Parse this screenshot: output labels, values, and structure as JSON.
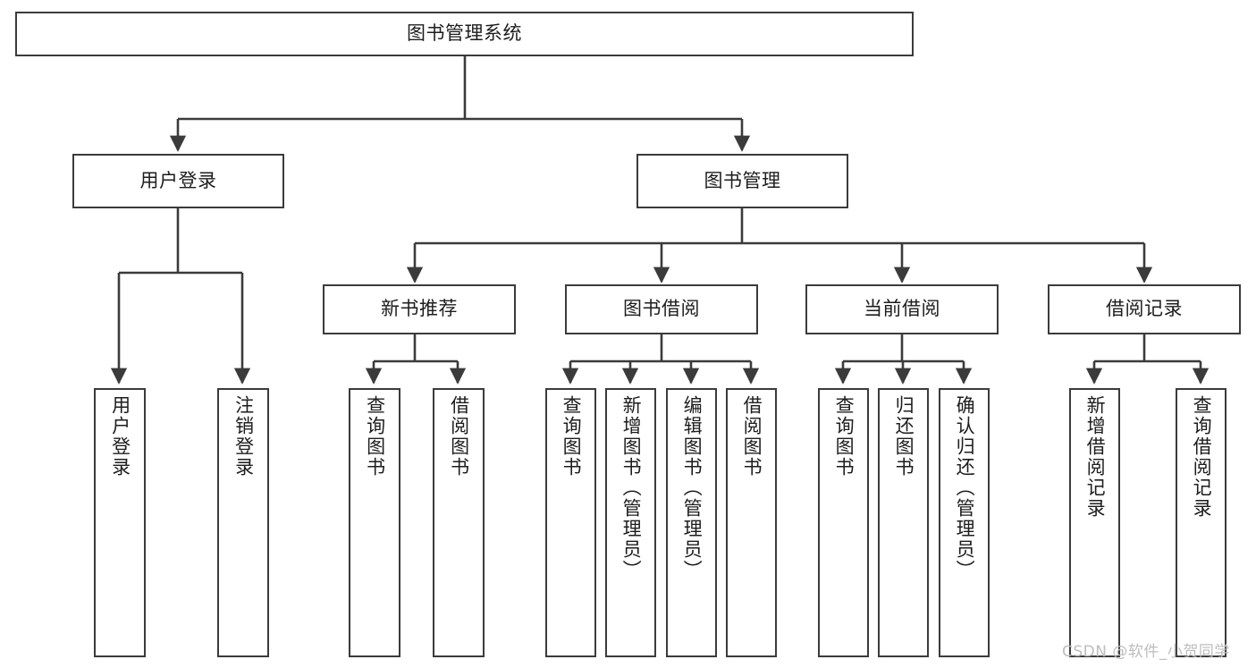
{
  "diagram": {
    "type": "tree-hierarchy",
    "title": "图书管理系统",
    "orientation": "top-down",
    "line_color": "#3b3b3b",
    "box_fill": "#ffffff",
    "text_color": "#1d1d1d",
    "watermark": "CSDN @软件_小贺同学",
    "levels": {
      "root": {
        "label": "图书管理系统"
      },
      "level2": [
        {
          "label": "用户登录"
        },
        {
          "label": "图书管理"
        }
      ],
      "level3": [
        {
          "label": "新书推荐"
        },
        {
          "label": "图书借阅"
        },
        {
          "label": "当前借阅"
        },
        {
          "label": "借阅记录"
        }
      ],
      "leaves": {
        "user_login": [
          {
            "label": "用户登录"
          },
          {
            "label": "注销登录"
          }
        ],
        "new_book_recommend": [
          {
            "label": "查询图书"
          },
          {
            "label": "借阅图书"
          }
        ],
        "book_borrow": [
          {
            "label": "查询图书"
          },
          {
            "label": "新增图书（管理员）"
          },
          {
            "label": "编辑图书（管理员）"
          },
          {
            "label": "借阅图书"
          }
        ],
        "current_borrow": [
          {
            "label": "查询图书"
          },
          {
            "label": "归还图书"
          },
          {
            "label": "确认归还（管理员）"
          }
        ],
        "borrow_records": [
          {
            "label": "新增借阅记录"
          },
          {
            "label": "查询借阅记录"
          }
        ]
      }
    }
  }
}
